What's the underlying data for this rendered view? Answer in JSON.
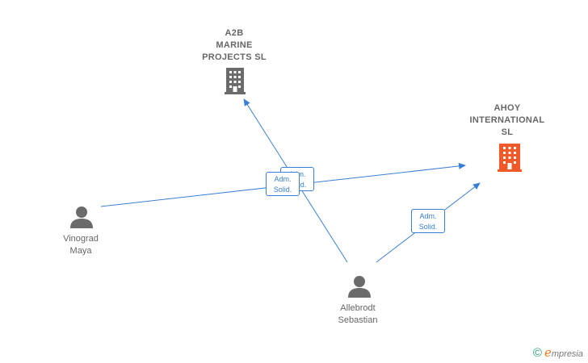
{
  "nodes": {
    "a2b": {
      "label": "A2B\nMARINE\nPROJECTS  SL",
      "type": "company",
      "icon": "building-icon",
      "color": "#6b6b6b"
    },
    "ahoy": {
      "label": "AHOY\nINTERNATIONAL\nSL",
      "type": "company",
      "icon": "building-icon",
      "color": "#f05a28"
    },
    "vinograd": {
      "label": "Vinograd\nMaya",
      "type": "person",
      "icon": "person-icon",
      "color": "#6b6b6b"
    },
    "allebrodt": {
      "label": "Allebrodt\nSebastian",
      "type": "person",
      "icon": "person-icon",
      "color": "#6b6b6b"
    }
  },
  "roles": {
    "back": "Adm.\nSolid.",
    "front": "Adm.\nSolid.",
    "right": "Adm.\nSolid."
  },
  "colors": {
    "edge": "#3a7fd5",
    "label": "#666666"
  },
  "watermark": {
    "copyright": "©",
    "brand_initial": "e",
    "brand_rest": "mpresia"
  }
}
